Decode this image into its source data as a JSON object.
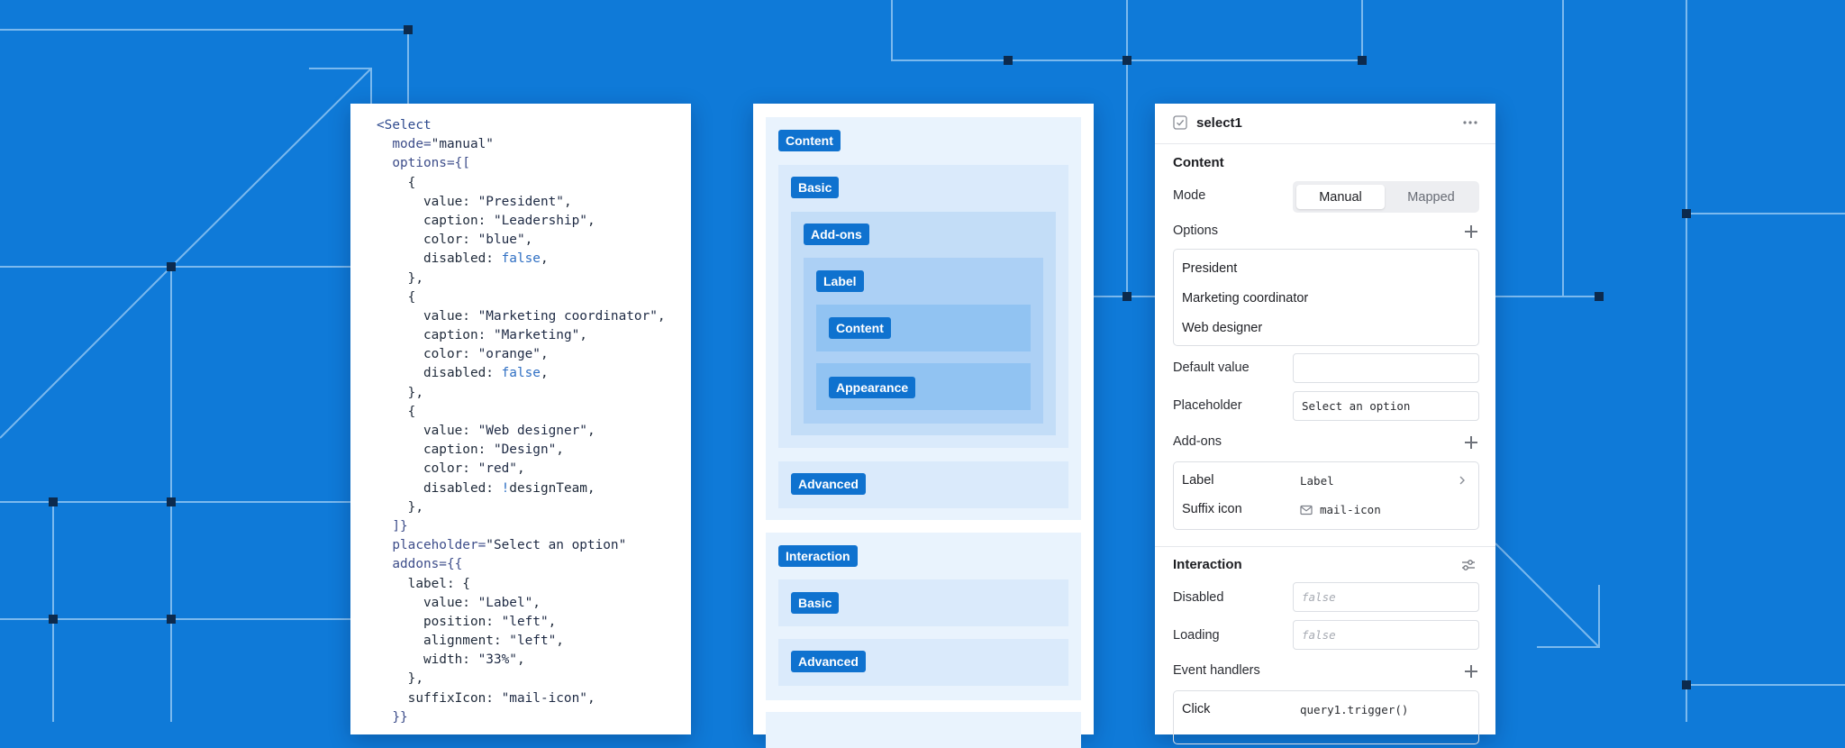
{
  "code_panel": {
    "lines": [
      [
        {
          "t": "<",
          "c": "tag"
        },
        {
          "t": "Select",
          "c": "tag"
        }
      ],
      [
        {
          "t": "  "
        },
        {
          "t": "mode=",
          "c": "attr"
        },
        {
          "t": "\"manual\"",
          "c": "str"
        }
      ],
      [
        {
          "t": "  "
        },
        {
          "t": "options={[",
          "c": "attr"
        }
      ],
      [
        {
          "t": "    {"
        }
      ],
      [
        {
          "t": "      value: "
        },
        {
          "t": "\"President\"",
          "c": "str"
        },
        {
          "t": ","
        }
      ],
      [
        {
          "t": "      caption: "
        },
        {
          "t": "\"Leadership\"",
          "c": "str"
        },
        {
          "t": ","
        }
      ],
      [
        {
          "t": "      color: "
        },
        {
          "t": "\"blue\"",
          "c": "str"
        },
        {
          "t": ","
        }
      ],
      [
        {
          "t": "      disabled: "
        },
        {
          "t": "false",
          "c": "kw"
        },
        {
          "t": ","
        }
      ],
      [
        {
          "t": "    },"
        }
      ],
      [
        {
          "t": "    {"
        }
      ],
      [
        {
          "t": "      value: "
        },
        {
          "t": "\"Marketing coordinator\"",
          "c": "str"
        },
        {
          "t": ","
        }
      ],
      [
        {
          "t": "      caption: "
        },
        {
          "t": "\"Marketing\"",
          "c": "str"
        },
        {
          "t": ","
        }
      ],
      [
        {
          "t": "      color: "
        },
        {
          "t": "\"orange\"",
          "c": "str"
        },
        {
          "t": ","
        }
      ],
      [
        {
          "t": "      disabled: "
        },
        {
          "t": "false",
          "c": "kw"
        },
        {
          "t": ","
        }
      ],
      [
        {
          "t": "    },"
        }
      ],
      [
        {
          "t": "    {"
        }
      ],
      [
        {
          "t": "      value: "
        },
        {
          "t": "\"Web designer\"",
          "c": "str"
        },
        {
          "t": ","
        }
      ],
      [
        {
          "t": "      caption: "
        },
        {
          "t": "\"Design\"",
          "c": "str"
        },
        {
          "t": ","
        }
      ],
      [
        {
          "t": "      color: "
        },
        {
          "t": "\"red\"",
          "c": "str"
        },
        {
          "t": ","
        }
      ],
      [
        {
          "t": "      disabled: "
        },
        {
          "t": "!",
          "c": "kw"
        },
        {
          "t": "designTeam,"
        }
      ],
      [
        {
          "t": "    },"
        }
      ],
      [
        {
          "t": "  ]}",
          "c": "attr"
        }
      ],
      [
        {
          "t": "  "
        },
        {
          "t": "placeholder=",
          "c": "attr"
        },
        {
          "t": "\"Select an option\"",
          "c": "str"
        }
      ],
      [
        {
          "t": "  "
        },
        {
          "t": "addons={{",
          "c": "attr"
        }
      ],
      [
        {
          "t": "    label: {"
        }
      ],
      [
        {
          "t": "      value: "
        },
        {
          "t": "\"Label\"",
          "c": "str"
        },
        {
          "t": ","
        }
      ],
      [
        {
          "t": "      position: "
        },
        {
          "t": "\"left\"",
          "c": "str"
        },
        {
          "t": ","
        }
      ],
      [
        {
          "t": "      alignment: "
        },
        {
          "t": "\"left\"",
          "c": "str"
        },
        {
          "t": ","
        }
      ],
      [
        {
          "t": "      width: "
        },
        {
          "t": "\"33%\"",
          "c": "str"
        },
        {
          "t": ","
        }
      ],
      [
        {
          "t": "    },"
        }
      ],
      [
        {
          "t": "    suffixIcon: "
        },
        {
          "t": "\"mail-icon\"",
          "c": "str"
        },
        {
          "t": ","
        }
      ],
      [
        {
          "t": "  }}",
          "c": "attr"
        }
      ]
    ]
  },
  "structure_panel": {
    "content": "Content",
    "basic": "Basic",
    "addons": "Add-ons",
    "label": "Label",
    "label_content": "Content",
    "appearance": "Appearance",
    "advanced": "Advanced",
    "interaction": "Interaction",
    "interaction_basic": "Basic",
    "interaction_advanced": "Advanced"
  },
  "inspector": {
    "component_name": "select1",
    "content_section": "Content",
    "mode_label": "Mode",
    "mode_options": [
      "Manual",
      "Mapped"
    ],
    "mode_selected": "Manual",
    "options_label": "Options",
    "options": [
      "President",
      "Marketing coordinator",
      "Web designer"
    ],
    "default_value_label": "Default value",
    "default_value": "",
    "placeholder_label": "Placeholder",
    "placeholder_value": "Select an option",
    "addons_label": "Add-ons",
    "addon_label_name": "Label",
    "addon_label_value": "Label",
    "addon_suffix_name": "Suffix icon",
    "addon_suffix_value": "mail-icon",
    "interaction_section": "Interaction",
    "disabled_label": "Disabled",
    "disabled_value": "false",
    "loading_label": "Loading",
    "loading_value": "false",
    "event_handlers_label": "Event handlers",
    "event_click_label": "Click",
    "event_click_value": "query1.trigger()"
  },
  "colors": {
    "background": "#0f7ad8",
    "pill": "#0f72cf",
    "circuit_line": "#8ec4f2",
    "circuit_node": "#0c2a4d"
  }
}
